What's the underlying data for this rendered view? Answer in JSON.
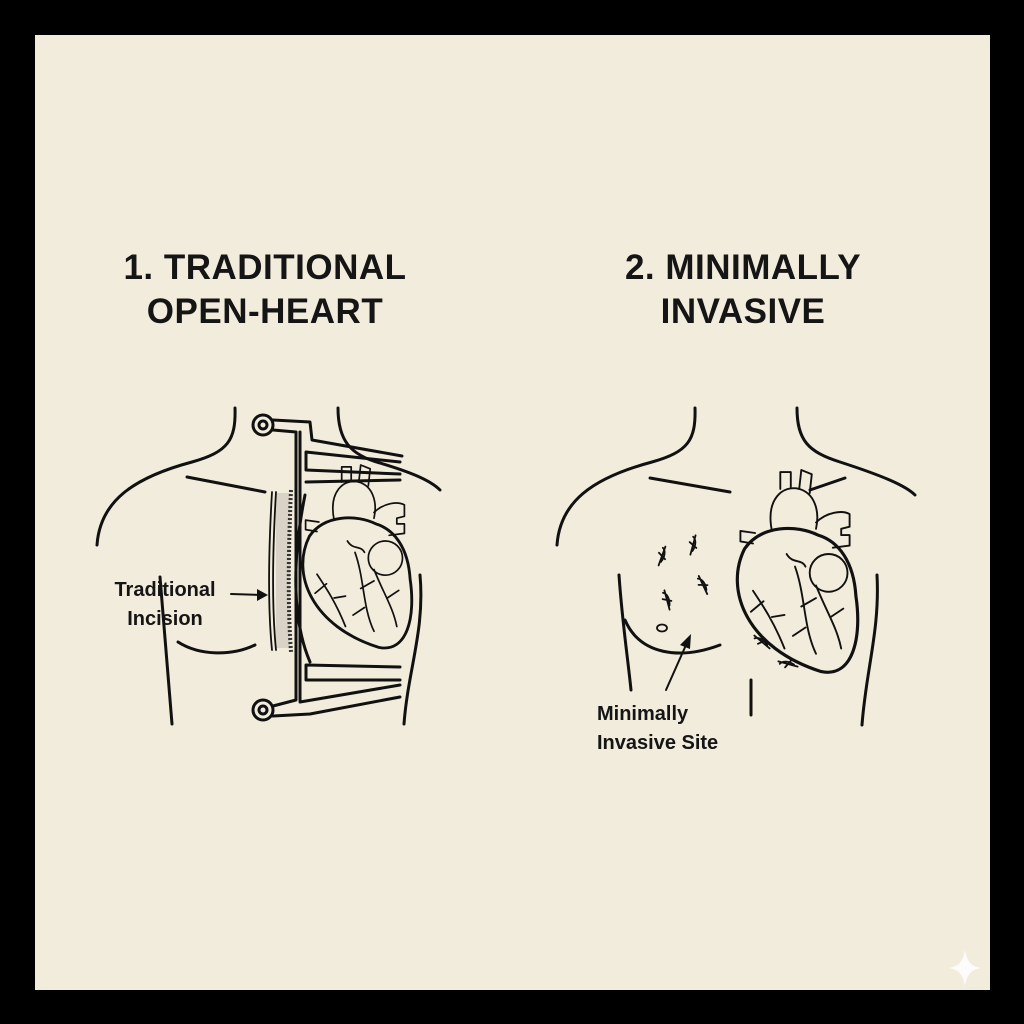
{
  "panels": [
    {
      "title_line1": "1. TRADITIONAL",
      "title_line2": "OPEN-HEART",
      "label_line1": "Traditional",
      "label_line2": "Incision"
    },
    {
      "title_line1": "2. MINIMALLY",
      "title_line2": "INVASIVE",
      "label_line1": "Minimally",
      "label_line2": "Invasive Site"
    }
  ],
  "colors": {
    "paper": "#f2ecdc",
    "ink": "#111111",
    "frame": "#000000"
  }
}
